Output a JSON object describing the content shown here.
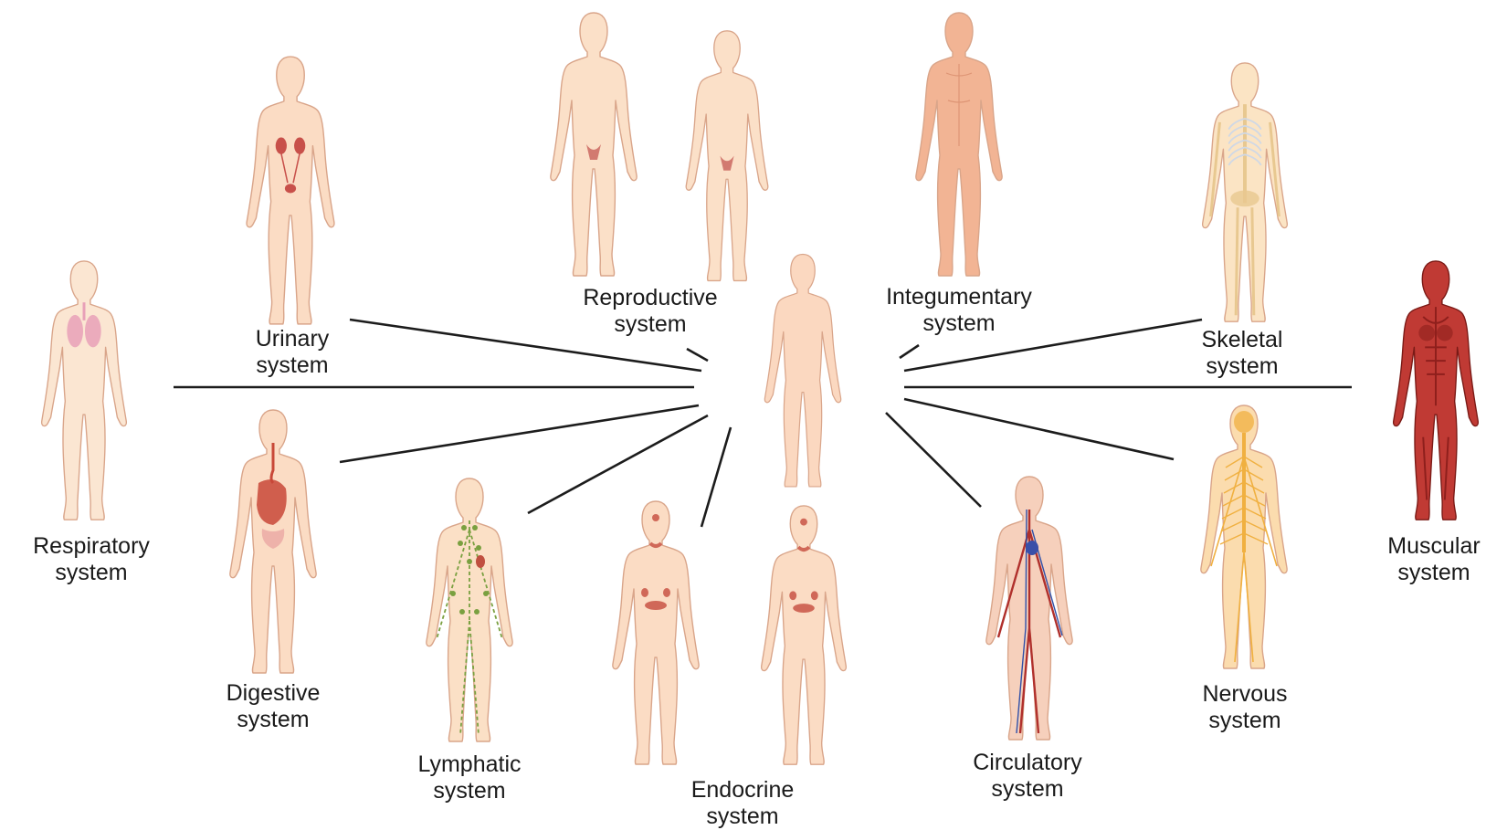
{
  "center": {
    "name": "body"
  },
  "systems": [
    {
      "id": "respiratory",
      "line1": "Respiratory",
      "line2": "system",
      "skin": "#fbe6d2",
      "accent": "#e8a0b8",
      "type": "respiratory"
    },
    {
      "id": "urinary",
      "line1": "Urinary",
      "line2": "system",
      "skin": "#fbdcc4",
      "accent": "#c8504a",
      "type": "urinary"
    },
    {
      "id": "reproductive",
      "line1": "Reproductive",
      "line2": "system",
      "skin": "#fbe0c8",
      "accent": "#c8605a",
      "type": "reproductive"
    },
    {
      "id": "integumentary",
      "line1": "Integumentary",
      "line2": "system",
      "skin": "#f2b494",
      "accent": "#d08060",
      "type": "integumentary"
    },
    {
      "id": "skeletal",
      "line1": "Skeletal",
      "line2": "system",
      "skin": "#fbe4c4",
      "accent": "#e8c890",
      "type": "skeletal"
    },
    {
      "id": "muscular",
      "line1": "Muscular",
      "line2": "system",
      "skin": "#c03a34",
      "accent": "#8e1f1c",
      "type": "muscular"
    },
    {
      "id": "nervous",
      "line1": "Nervous",
      "line2": "system",
      "skin": "#fbdcae",
      "accent": "#f0b040",
      "type": "nervous"
    },
    {
      "id": "circulatory",
      "line1": "Circulatory",
      "line2": "system",
      "skin": "#f6d0bc",
      "accent": "#b0302c",
      "type": "circulatory"
    },
    {
      "id": "endocrine",
      "line1": "Endocrine",
      "line2": "system",
      "skin": "#fbdcc4",
      "accent": "#d06858",
      "type": "endocrine"
    },
    {
      "id": "lymphatic",
      "line1": "Lymphatic",
      "line2": "system",
      "skin": "#fbe0c6",
      "accent": "#7aa040",
      "type": "lymphatic"
    },
    {
      "id": "digestive",
      "line1": "Digestive",
      "line2": "system",
      "skin": "#fbdcc4",
      "accent": "#c84838",
      "type": "digestive"
    }
  ]
}
